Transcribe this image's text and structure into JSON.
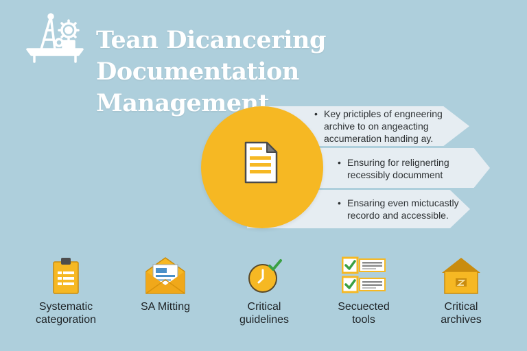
{
  "title": {
    "line1": "Tean Dicancering Documentation",
    "line2": "Management"
  },
  "points": [
    {
      "bullet": "•",
      "lines": [
        "Key prictiples of engneering",
        "archive to on angeacting",
        "accumeration handing ay."
      ]
    },
    {
      "bullet": "•",
      "lines": [
        "Ensuring for relignerting",
        "recessibly documment"
      ]
    },
    {
      "bullet": "•",
      "lines": [
        "Ensaring even mictucastly",
        "recordo and accessible."
      ]
    }
  ],
  "features": [
    {
      "icon": "clipboard-icon",
      "label1": "Systematic",
      "label2": "categoration"
    },
    {
      "icon": "envelope-icon",
      "label1": "SA Mitting",
      "label2": ""
    },
    {
      "icon": "clock-check-icon",
      "label1": "Critical",
      "label2": "guidelines"
    },
    {
      "icon": "checklist-icon",
      "label1": "Secuected",
      "label2": "tools"
    },
    {
      "icon": "archive-house-icon",
      "label1": "Critical",
      "label2": "archives"
    }
  ],
  "colors": {
    "background": "#aecfdc",
    "accent": "#f6b823",
    "panel": "#e6edf2",
    "title": "#ffffff",
    "check": "#3aa043"
  }
}
